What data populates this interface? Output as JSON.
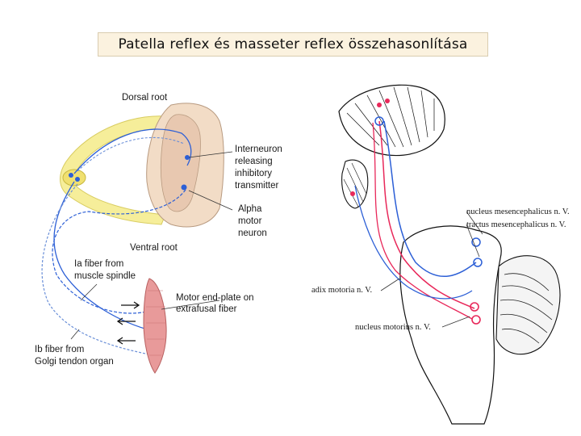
{
  "title": "Patella reflex és masseter reflex összehasonlítása",
  "left_diagram": {
    "dorsal_root": "Dorsal root",
    "ventral_root": "Ventral root",
    "interneuron": [
      "Interneuron",
      "releasing",
      "inhibitory",
      "transmitter"
    ],
    "alpha_motor": [
      "Alpha",
      "motor",
      "neuron"
    ],
    "ia_fiber": [
      "Ia fiber from",
      "muscle spindle"
    ],
    "motor_end_plate": [
      "Motor end-plate on",
      "extrafusal fiber"
    ],
    "ib_fiber": [
      "Ib fiber from",
      "Golgi tendon organ"
    ]
  },
  "right_diagram": {
    "mesencephalic_nucleus": "nucleus mesencephalicus n. V.",
    "mesencephalic_tract": "tractus mesencephalicus n. V.",
    "motor_root": "adix motoria n. V.",
    "motor_nucleus": "nucleus motorius n. V."
  },
  "colors": {
    "sensory": "#e8285a",
    "motor": "#2c5fd6",
    "root_yellow": "#f6ee9a",
    "spinal": "#f2dcc6",
    "muscle": "#e89a9a"
  }
}
